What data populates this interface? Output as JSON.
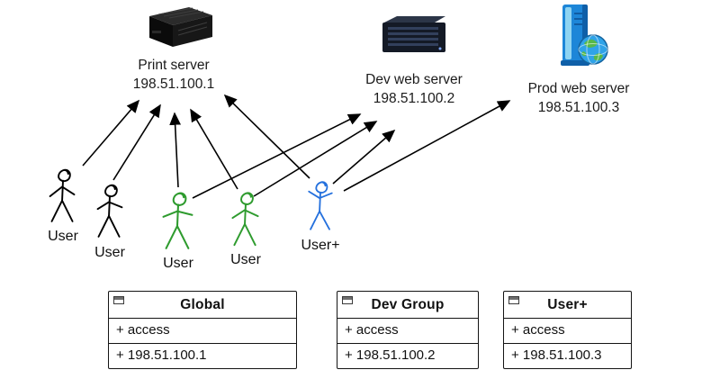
{
  "diagram": {
    "servers": [
      {
        "name": "Print server",
        "ip": "198.51.100.1"
      },
      {
        "name": "Dev web server",
        "ip": "198.51.100.2"
      },
      {
        "name": "Prod web server",
        "ip": "198.51.100.3"
      }
    ],
    "users": [
      {
        "label": "User",
        "color": "#000000"
      },
      {
        "label": "User",
        "color": "#000000"
      },
      {
        "label": "User",
        "color": "#2e9b2e"
      },
      {
        "label": "User",
        "color": "#2e9b2e"
      },
      {
        "label": "User+",
        "color": "#2470dd"
      }
    ],
    "groups": [
      {
        "title": "Global",
        "rows": [
          "+ access",
          "+ 198.51.100.1"
        ]
      },
      {
        "title": "Dev Group",
        "rows": [
          "+ access",
          "+ 198.51.100.2"
        ]
      },
      {
        "title": "User+",
        "rows": [
          "+ access",
          "+ 198.51.100.3"
        ]
      }
    ],
    "colors": {
      "arrow": "#000000",
      "accent_green": "#2e9b2e",
      "accent_blue": "#2470dd"
    }
  }
}
